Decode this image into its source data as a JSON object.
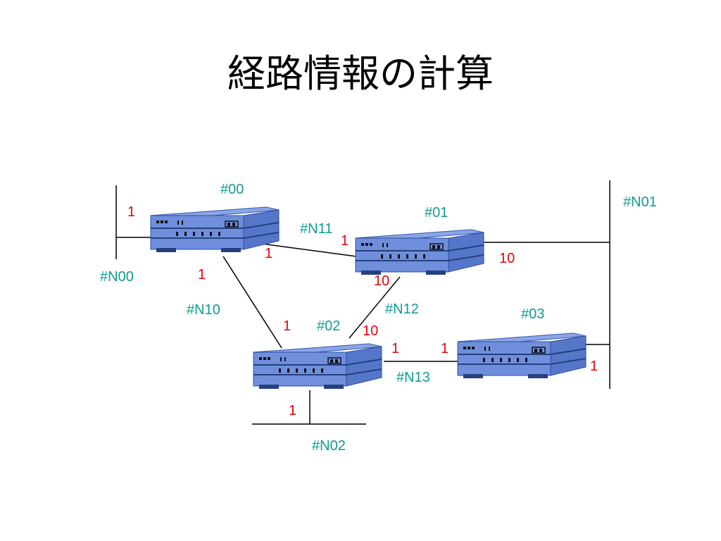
{
  "title": "経路情報の計算",
  "colors": {
    "label": "#129a92",
    "cost": "#e6000a",
    "router_top": "#8aa6e8",
    "router_side": "#4f72c7",
    "link": "#000000"
  },
  "routers": {
    "r00": "#00",
    "r01": "#01",
    "r02": "#02",
    "r03": "#03"
  },
  "networks": {
    "n00": "#N00",
    "n01": "#N01",
    "n02": "#N02",
    "n10": "#N10",
    "n11": "#N11",
    "n12": "#N12",
    "n13": "#N13"
  },
  "costs": {
    "r00_n00": "1",
    "r00_n11": "1",
    "r00_n10": "1",
    "r01_n11": "1",
    "r01_n01": "10",
    "r01_n12": "10",
    "r02_n10": "1",
    "r02_n12": "10",
    "r02_n13": "1",
    "r02_n02": "1",
    "r03_n13": "1",
    "r03_n01": "1"
  }
}
